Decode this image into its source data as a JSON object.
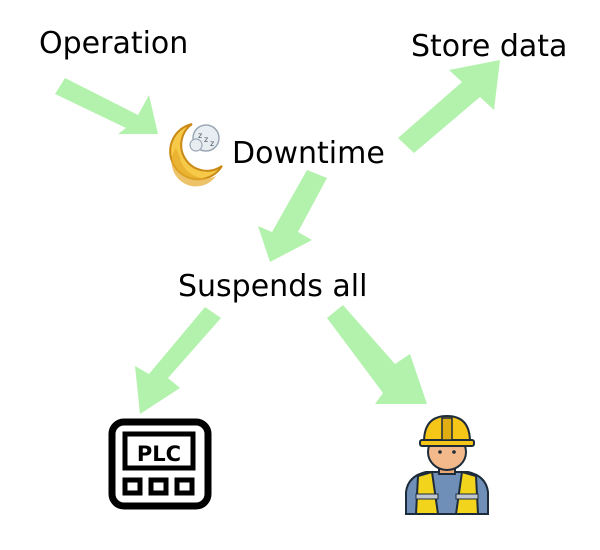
{
  "nodes": {
    "operation": "Operation",
    "store_data": "Store data",
    "downtime": "Downtime",
    "suspends_all": "Suspends all"
  },
  "plc": {
    "text": "PLC"
  },
  "colors": {
    "arrow": "#b3f2ad",
    "moon": "#f7c948",
    "moon_shade": "#e5a92a",
    "helmet": "#f5c518",
    "vest": "#f2d41c",
    "shirt": "#6f8fb8",
    "skin": "#f3b98a"
  },
  "icons": [
    "sleeping-moon-icon",
    "plc-device-icon",
    "worker-icon"
  ]
}
